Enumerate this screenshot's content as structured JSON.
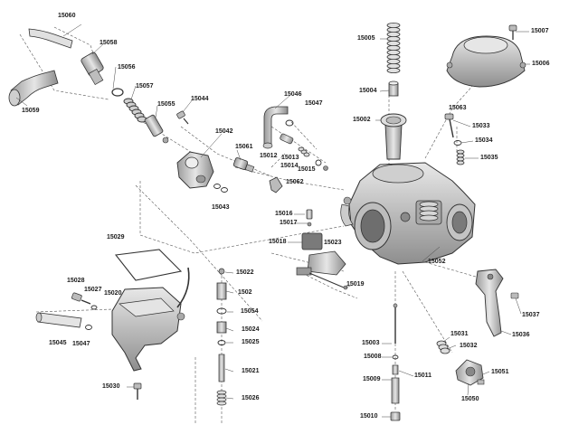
{
  "diagram": {
    "title": "",
    "colors": {
      "line": "#333333",
      "part_fill": "#d9d9d9",
      "part_dark": "#8a8a8a",
      "accent": "#b0b0b0"
    },
    "labels": {
      "p15060": "15060",
      "p15058": "15058",
      "p15056": "15056",
      "p15057": "15057",
      "p15059": "15059",
      "p15055": "15055",
      "p15044": "15044",
      "p15042": "15042",
      "p15061": "15061",
      "p15046": "15046",
      "p15047a": "15047",
      "p15012": "15012",
      "p15013": "15013",
      "p15014": "15014",
      "p15015": "15015",
      "p15062": "15062",
      "p15043": "15043",
      "p15005": "15005",
      "p15004": "15004",
      "p15002": "15002",
      "p15007": "15007",
      "p15006": "15006",
      "p15063": "15063",
      "p15033": "15033",
      "p15034": "15034",
      "p15035": "15035",
      "p15016": "15016",
      "p15017": "15017",
      "p15018": "15018",
      "p15023": "15023",
      "p15019": "15019",
      "p15052": "15052",
      "p15029": "15029",
      "p15022": "15022",
      "p15002b": "1502",
      "p15054": "15054",
      "p15024": "15024",
      "p15025": "15025",
      "p15021": "15021",
      "p15026": "15026",
      "p15028": "15028",
      "p15027": "15027",
      "p15020": "15020",
      "p15045": "15045",
      "p15047b": "15047",
      "p15030": "15030",
      "p15003": "15003",
      "p15008": "15008",
      "p15011": "15011",
      "p15009": "15009",
      "p15010": "15010",
      "p15031": "15031",
      "p15032": "15032",
      "p15051": "15051",
      "p15050": "15050",
      "p15037": "15037",
      "p15036": "15036"
    }
  }
}
